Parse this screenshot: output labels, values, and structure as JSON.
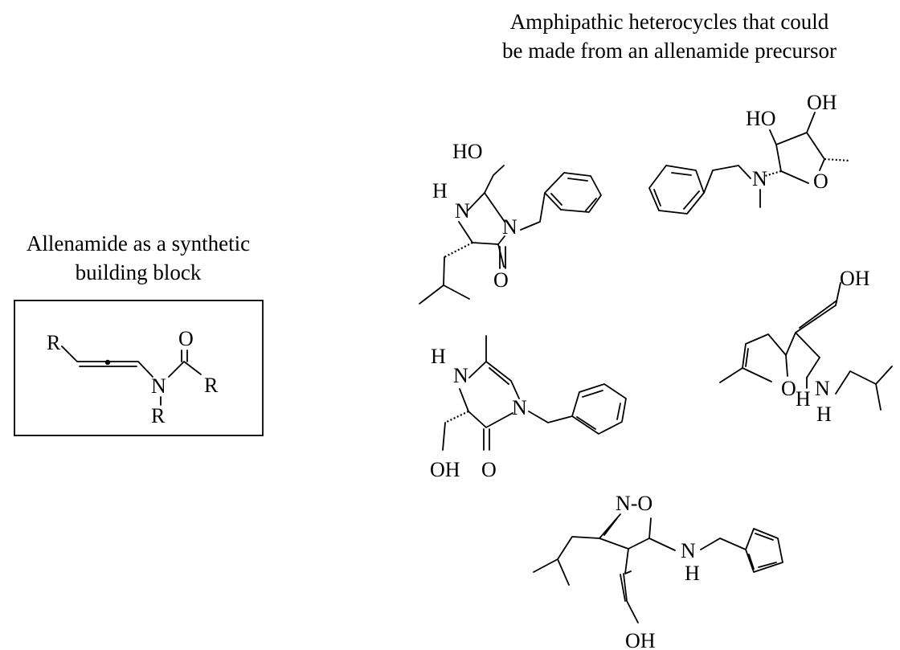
{
  "right_title": {
    "line1": "Amphipathic heterocycles that could",
    "line2": "be made from an allenamide precursor"
  },
  "left_title": {
    "line1": "Allenamide as a synthetic",
    "line2": "building block"
  },
  "allenamide": {
    "r_left": "R",
    "oxygen": "O",
    "nitrogen": "N",
    "r_right": "R",
    "r_bottom": "R"
  },
  "imidazolidinone": {
    "ho": "HO",
    "h": "H",
    "n1": "N",
    "n2": "N",
    "o": "O"
  },
  "furanose": {
    "ho": "HO",
    "oh": "OH",
    "n": "N",
    "o": "O"
  },
  "pyrazinone": {
    "h": "H",
    "n1": "N",
    "n2": "N",
    "oh": "OH",
    "o": "O"
  },
  "dihydropyran": {
    "oh": "OH",
    "o": "O",
    "h1": "H",
    "n": "N",
    "h2": "H"
  },
  "isoxazoline": {
    "no": "N-O",
    "n": "N",
    "h": "H",
    "oh": "OH"
  }
}
